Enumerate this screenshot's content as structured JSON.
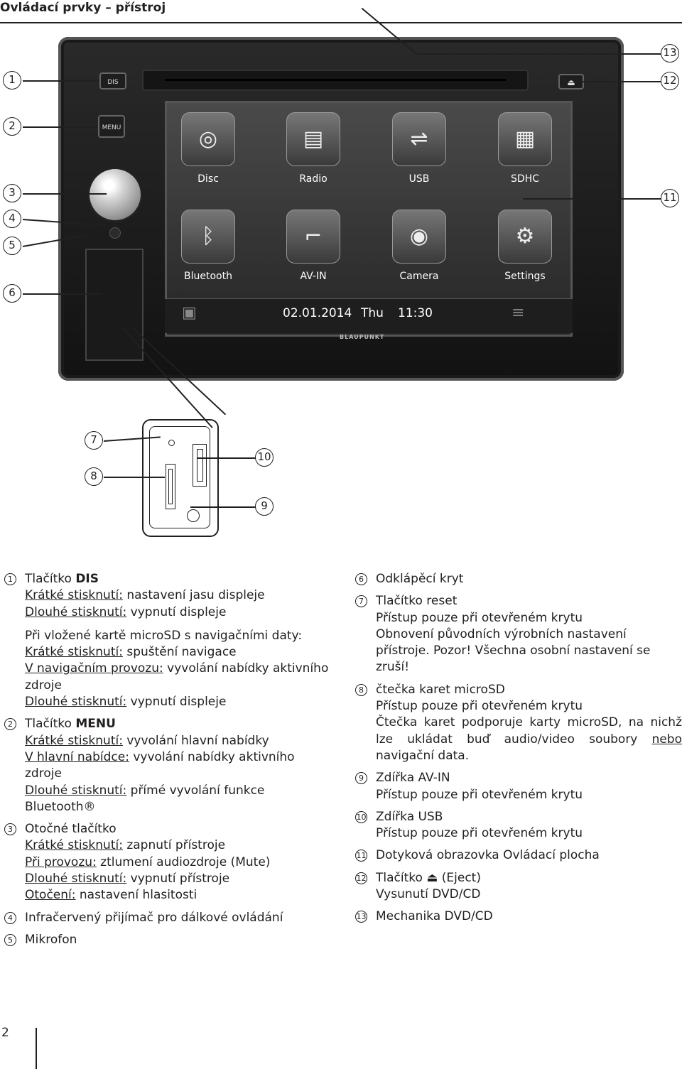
{
  "header": {
    "title": "Ovládací prvky – přístroj"
  },
  "device": {
    "buttons": {
      "dis": "DIS",
      "menu": "MENU",
      "eject": "⏏"
    },
    "apps": [
      "Disc",
      "Radio",
      "USB",
      "SDHC",
      "Bluetooth",
      "AV-IN",
      "Camera",
      "Settings"
    ],
    "status": {
      "date": "02.01.2014",
      "day": "Thu",
      "time": "11:30"
    },
    "brand": "BLAUPUNKT"
  },
  "callouts": [
    "1",
    "2",
    "3",
    "4",
    "5",
    "6",
    "7",
    "8",
    "9",
    "10",
    "11",
    "12",
    "13"
  ],
  "legend": {
    "i1": {
      "num": "1",
      "prefix": "Tlačítko ",
      "title": "DIS",
      "l1u": "Krátké stisknutí:",
      "l1": " nastavení jasu displeje",
      "l2u": "Dlouhé stisknutí:",
      "l2": " vypnutí displeje",
      "l3": "Při vložené kartě microSD s navigačními daty:",
      "l4u": "Krátké stisknutí:",
      "l4": " spuštění navigace",
      "l5u": "V navigačním provozu:",
      "l5": " vyvolání nabídky aktivního zdroje",
      "l6u": "Dlouhé stisknutí:",
      "l6": " vypnutí displeje"
    },
    "i2": {
      "num": "2",
      "prefix": "Tlačítko ",
      "title": "MENU",
      "l1u": "Krátké stisknutí:",
      "l1": " vyvolání hlavní nabídky",
      "l2u": "V hlavní nabídce:",
      "l2": " vyvolání nabídky aktivního zdroje",
      "l3u": "Dlouhé stisknutí:",
      "l3": " přímé vyvolání funkce Bluetooth®"
    },
    "i3": {
      "num": "3",
      "title": "Otočné tlačítko",
      "l1u": "Krátké stisknutí:",
      "l1": " zapnutí přístroje",
      "l2u": "Při provozu:",
      "l2": " ztlumení audiozdroje (Mute)",
      "l3u": "Dlouhé stisknutí:",
      "l3": " vypnutí přístroje",
      "l4u": "Otočení:",
      "l4": " nastavení hlasitosti"
    },
    "i4": {
      "num": "4",
      "title": "Infračervený přijímač pro dálkové ovládání"
    },
    "i5": {
      "num": "5",
      "title": "Mikrofon"
    },
    "i6": {
      "num": "6",
      "title": "Odklápěcí kryt"
    },
    "i7": {
      "num": "7",
      "title": "Tlačítko reset",
      "l1": "Přístup pouze při otevřeném krytu",
      "l2": "Obnovení původních výrobních nastavení přístroje. Pozor! Všechna osobní nastavení se zruší!"
    },
    "i8": {
      "num": "8",
      "title": "čtečka karet microSD",
      "l1": "Přístup pouze při otevřeném krytu",
      "l2a": "Čtečka karet podporuje karty microSD, na nichž lze ukládat buď audio/video soubory ",
      "l2u": "nebo",
      "l2b": " navigační data."
    },
    "i9": {
      "num": "9",
      "title": "Zdířka AV-IN",
      "l1": "Přístup pouze při otevřeném krytu"
    },
    "i10": {
      "num": "10",
      "title": "Zdířka USB",
      "l1": "Přístup pouze při otevřeném krytu"
    },
    "i11": {
      "num": "11",
      "title": "Dotyková obrazovka Ovládací plocha"
    },
    "i12": {
      "num": "12",
      "title": "Tlačítko",
      "eject": "⏏",
      "suffix": " (Eject)",
      "l1": "Vysunutí DVD/CD"
    },
    "i13": {
      "num": "13",
      "title": "Mechanika DVD/CD"
    }
  },
  "footer": {
    "page": "2"
  }
}
